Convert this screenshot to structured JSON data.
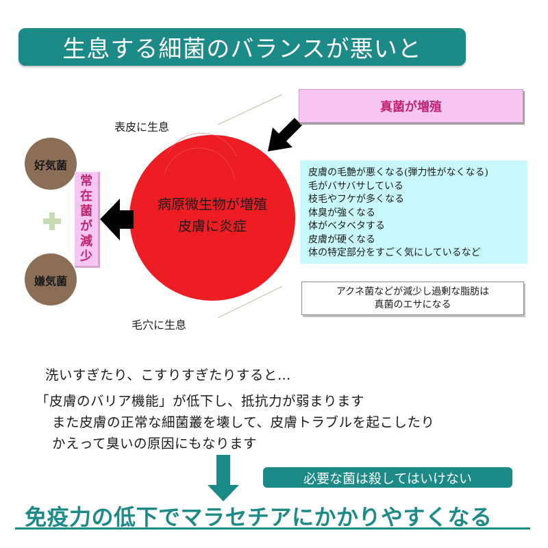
{
  "title": "生息する細菌のバランスが悪いと",
  "labels": {
    "epidermis": "表皮に生息",
    "pore": "毛穴に生息"
  },
  "center": {
    "line1": "病原微生物が増殖",
    "line2": "皮膚に炎症"
  },
  "germs": {
    "aerobic": "好気菌",
    "anaerobic": "嫌気菌",
    "plus": "+"
  },
  "resident": [
    "常",
    "在",
    "菌",
    "が",
    "減",
    "少"
  ],
  "fungus": "真菌が増殖",
  "symptoms": [
    "皮膚の毛艶が悪くなる(弾力性がなくなる)",
    "毛がバサバサしている",
    "枝毛やフケが多くなる",
    "体臭が強くなる",
    "体がベタベタする",
    "皮膚が硬くなる",
    "体の特定部分をすごく気にしているなど"
  ],
  "acne": {
    "line1": "アクネ菌などが減少し過剰な脂肪は",
    "line2": "真菌のエサになる"
  },
  "body": {
    "line1": "洗いすぎたり、こすりすぎたりすると…",
    "line2": "「皮膚のバリア機能」が低下し、抵抗力が弱まります",
    "line3": "また皮膚の正常な細菌叢を壊して、皮膚トラブルを起こしたり",
    "line4": "かえって臭いの原因にもなります"
  },
  "killing_banner": "必要な菌は殺してはいけない",
  "conclusion": "免疫力の低下でマラセチアにかかりやすくなる",
  "colors": {
    "teal": "#1c8a86",
    "red": "#ee1d24",
    "pink": "#f7c6f2",
    "magenta_text": "#c2246e",
    "cyan": "#c8f8fb",
    "germ_brown": "#8c6e57",
    "plus_green": "#c5dcb3"
  }
}
